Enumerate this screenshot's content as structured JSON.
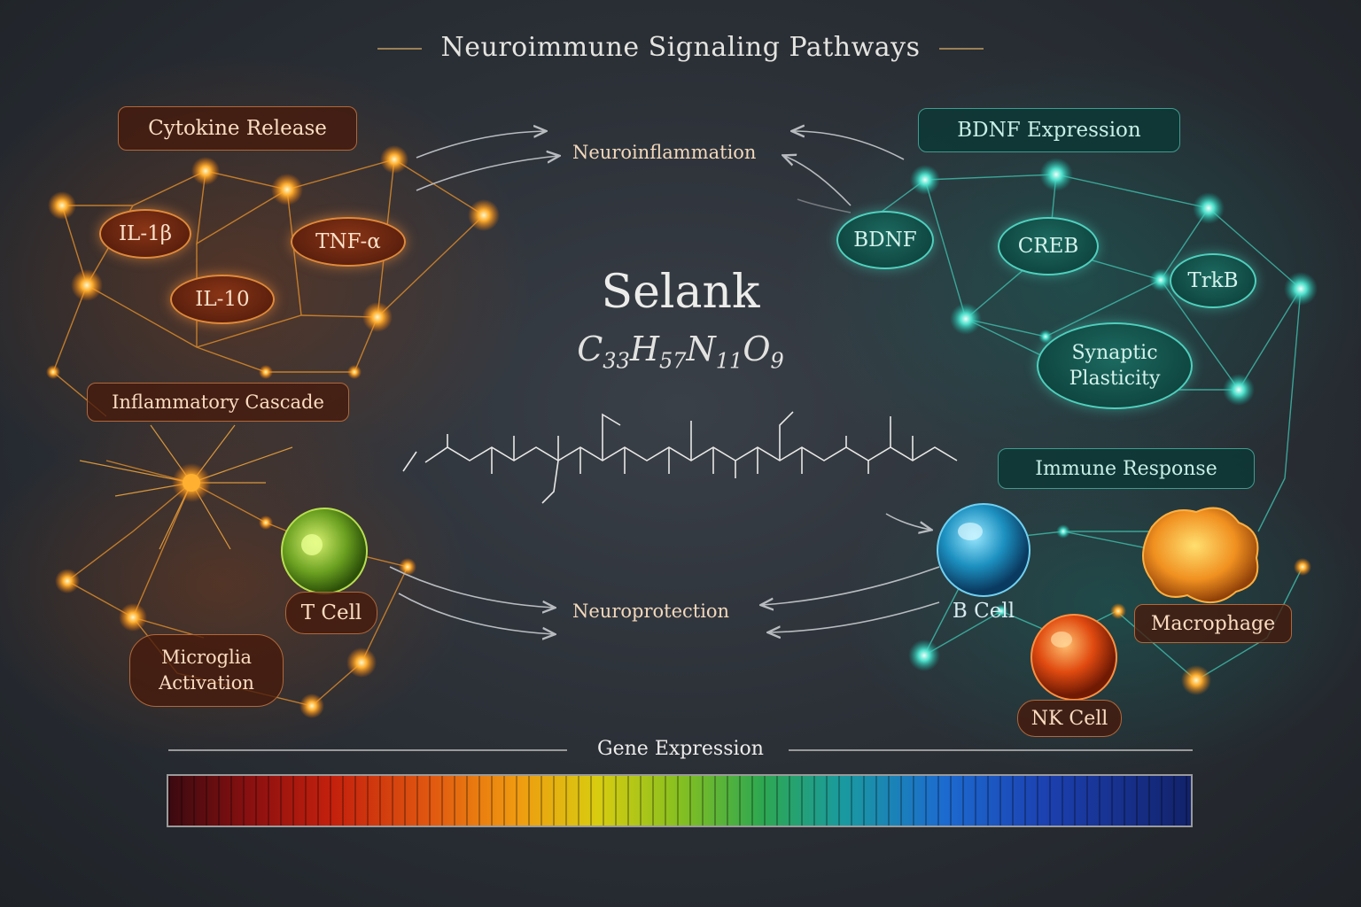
{
  "title": "Neuroimmune Signaling Pathways",
  "center": {
    "name": "Selank",
    "formula": {
      "C": "33",
      "H": "57",
      "N": "11",
      "O": "9"
    }
  },
  "left_labels": {
    "cytokine_release": "Cytokine Release",
    "il1b": "IL-1β",
    "tnfa": "TNF-α",
    "il10": "IL-10",
    "inflammatory_cascade": "Inflammatory Cascade",
    "t_cell": "T Cell",
    "microglia_line1": "Microglia",
    "microglia_line2": "Activation"
  },
  "right_labels": {
    "bdnf_expression": "BDNF Expression",
    "bdnf": "BDNF",
    "creb": "CREB",
    "trkb": "TrkB",
    "synaptic_line1": "Synaptic",
    "synaptic_line2": "Plasticity",
    "immune_response": "Immune Response",
    "b_cell": "B Cell",
    "macrophage": "Macrophage",
    "nk_cell": "NK Cell"
  },
  "middle_labels": {
    "neuroinflammation": "Neuroinflammation",
    "neuroprotection": "Neuroprotection"
  },
  "gene_expression": {
    "title": "Gene Expression"
  },
  "colors": {
    "orange_accent": "#f2a040",
    "teal_accent": "#4fd8c4",
    "background": "#2a2f35"
  }
}
